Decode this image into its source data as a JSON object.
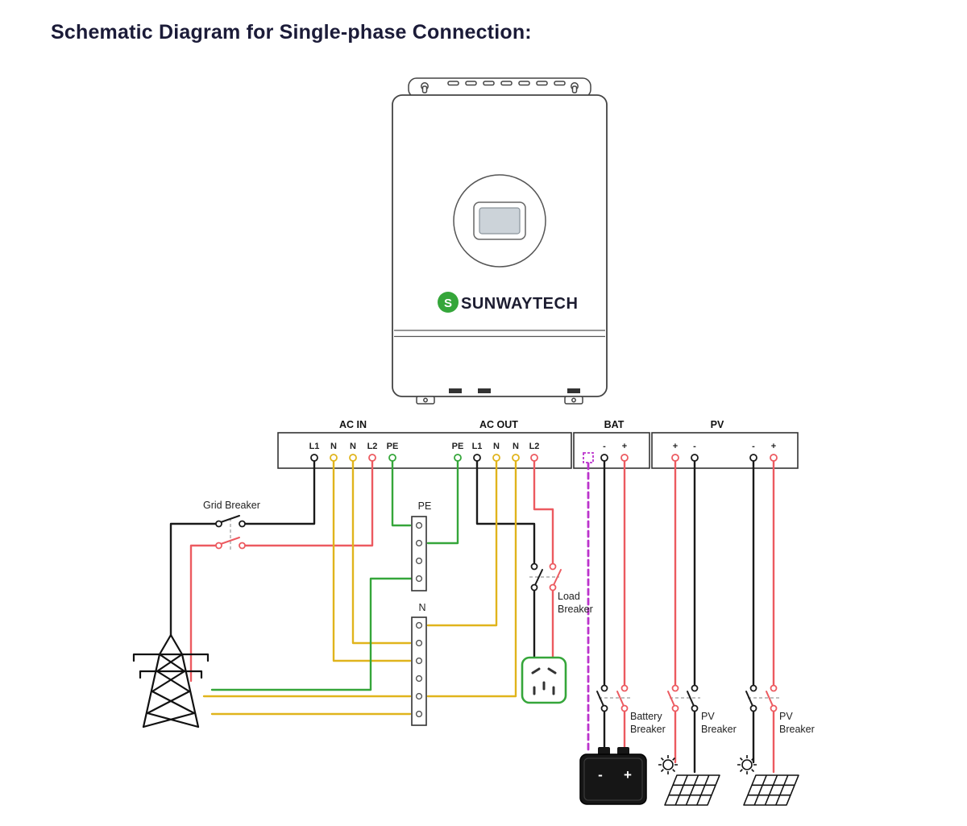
{
  "title": "Schematic Diagram for Single-phase Connection:",
  "inverter": {
    "brand": "SUNWAYTECH",
    "logo_letter": "S"
  },
  "strip": {
    "ac_in": {
      "label": "AC IN",
      "t": [
        "L1",
        "N",
        "N",
        "L2",
        "PE"
      ]
    },
    "ac_out": {
      "label": "AC OUT",
      "t": [
        "PE",
        "L1",
        "N",
        "N",
        "L2"
      ]
    },
    "bat": {
      "label": "BAT",
      "t": [
        "-",
        "+"
      ]
    },
    "pv": {
      "label": "PV",
      "t": [
        "+",
        "-",
        "-",
        "+"
      ]
    }
  },
  "busbars": {
    "pe": "PE",
    "n": "N"
  },
  "breakers": {
    "grid": "Grid Breaker",
    "load": [
      "Load",
      "Breaker"
    ],
    "battery": [
      "Battery",
      "Breaker"
    ],
    "pv1": [
      "PV",
      "Breaker"
    ],
    "pv2": [
      "PV",
      "Breaker"
    ]
  },
  "battery_symbols": {
    "minus": "-",
    "plus": "+"
  },
  "colors": {
    "black": "#1a1a1a",
    "yellow": "#e0b41c",
    "red": "#ec5a60",
    "green": "#35a63a",
    "purple": "#bb33cc",
    "title": "#1b1b38"
  }
}
